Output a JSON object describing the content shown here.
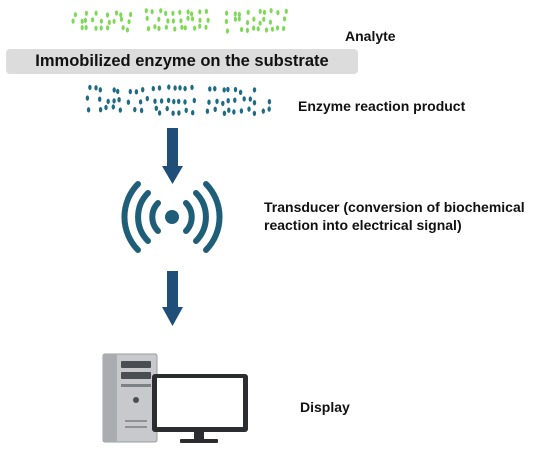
{
  "labels": {
    "analyte": "Analyte",
    "substrate": "Immobilized enzyme on the substrate",
    "product": "Enzyme reaction product",
    "transducer_line1": "Transducer (conversion of biochemical",
    "transducer_line2": "reaction into electrical signal)",
    "display": "Display"
  },
  "colors": {
    "analyte_dots": "#7ed957",
    "product_dots": "#1f6b86",
    "arrow": "#1f4e79",
    "signal": "#1f5e78",
    "substrate_bg": "#dcdcdc"
  },
  "icons": [
    "analyte-cluster",
    "product-cluster",
    "down-arrow",
    "wireless-signal-icon",
    "desktop-computer-icon"
  ]
}
